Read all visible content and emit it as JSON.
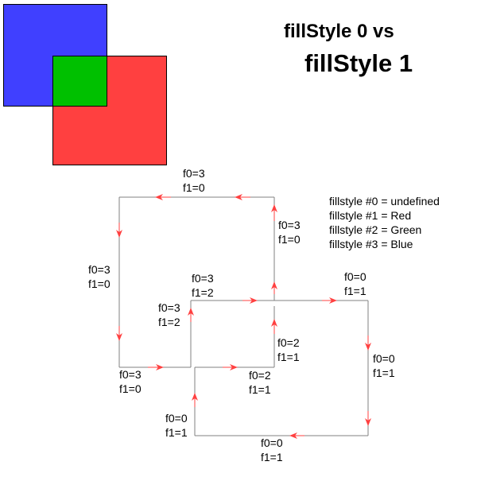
{
  "title": {
    "line1": "fillStyle 0 vs",
    "line2": "fillStyle 1"
  },
  "colors": {
    "blue": "#4040ff",
    "red": "#ff4040",
    "green": "#00c000",
    "edge": "#808080",
    "arrow": "#ff4040"
  },
  "legend": [
    "fillstyle #0 = undefined",
    "fillstyle #1 = Red",
    "fillstyle #2 = Green",
    "fillstyle #3 = Blue"
  ],
  "edge_labels": {
    "top": {
      "f0": "f0=3",
      "f1": "f1=0"
    },
    "left": {
      "f0": "f0=3",
      "f1": "f1=0"
    },
    "right_upper": {
      "f0": "f0=3",
      "f1": "f1=0"
    },
    "middle_top": {
      "f0": "f0=3",
      "f1": "f1=2"
    },
    "middle_left": {
      "f0": "f0=3",
      "f1": "f1=2"
    },
    "top_right": {
      "f0": "f0=0",
      "f1": "f1=1"
    },
    "middle_right_vertical": {
      "f0": "f0=2",
      "f1": "f1=1"
    },
    "right": {
      "f0": "f0=0",
      "f1": "f1=1"
    },
    "bottom_left": {
      "f0": "f0=3",
      "f1": "f1=0"
    },
    "middle_bottom": {
      "f0": "f0=2",
      "f1": "f1=1"
    },
    "lower_left_vertical": {
      "f0": "f0=0",
      "f1": "f1=1"
    },
    "bottom": {
      "f0": "f0=0",
      "f1": "f1=1"
    }
  }
}
